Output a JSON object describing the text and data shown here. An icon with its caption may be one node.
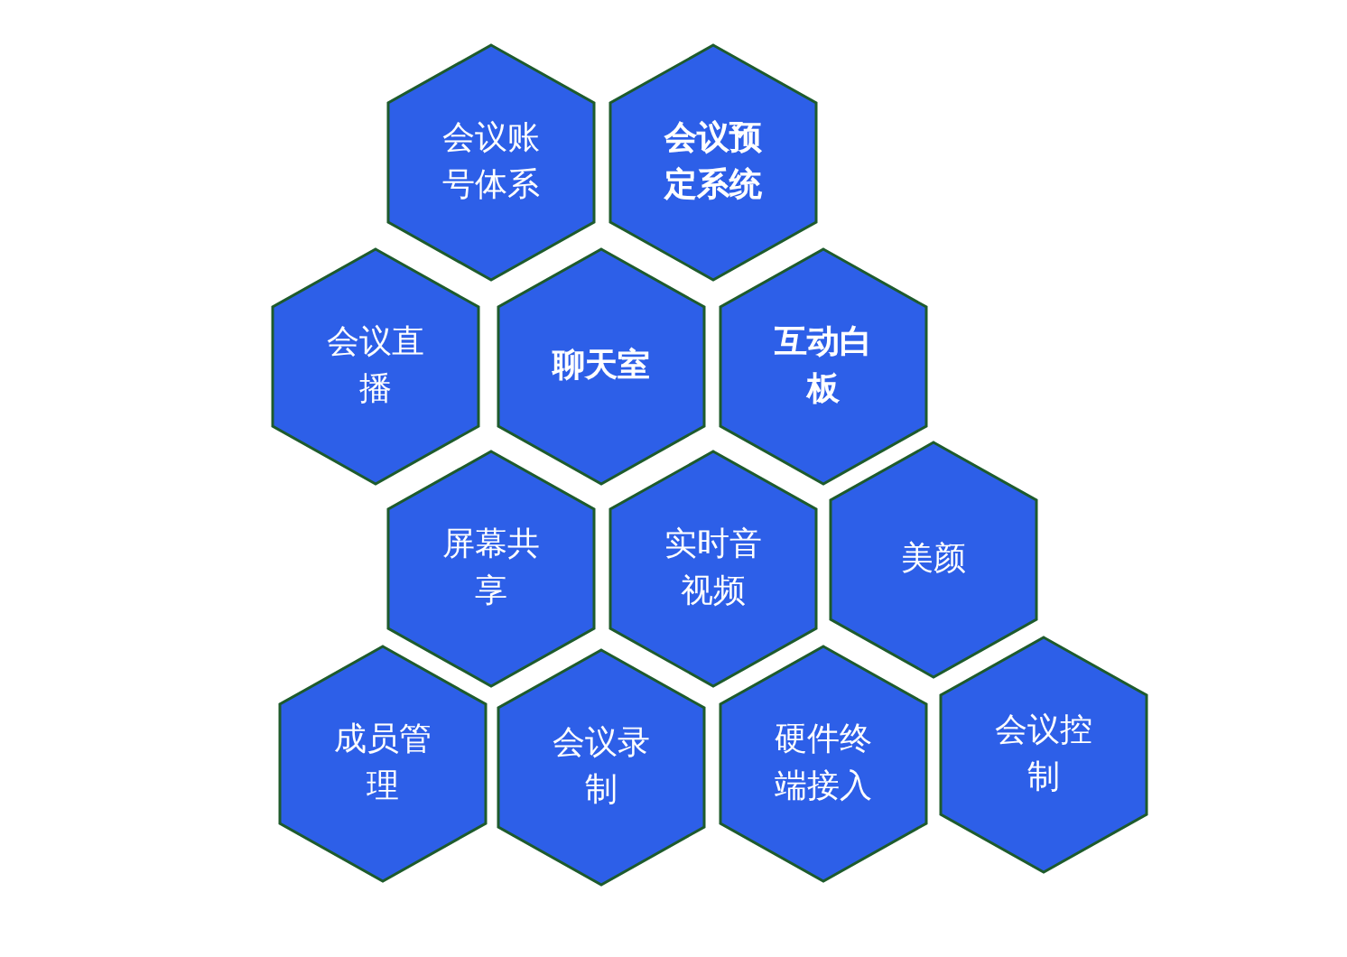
{
  "diagram": {
    "nodes": [
      {
        "text": [
          "会议账号体系"
        ]
      },
      {
        "text": [
          "会议预定系统"
        ]
      },
      {
        "text": [
          "会议直播"
        ]
      },
      {
        "text": [
          "聊天室"
        ]
      },
      {
        "text": [
          "互动白板"
        ]
      },
      {
        "text": [
          "屏幕共享"
        ]
      },
      {
        "text": [
          "实时音视频"
        ]
      },
      {
        "text": [
          "美颜"
        ]
      },
      {
        "text": [
          "成员管理"
        ]
      },
      {
        "text": [
          "会议录制"
        ]
      },
      {
        "text": [
          "硬件终端接入"
        ]
      },
      {
        "text": [
          "会议控制"
        ]
      }
    ]
  }
}
